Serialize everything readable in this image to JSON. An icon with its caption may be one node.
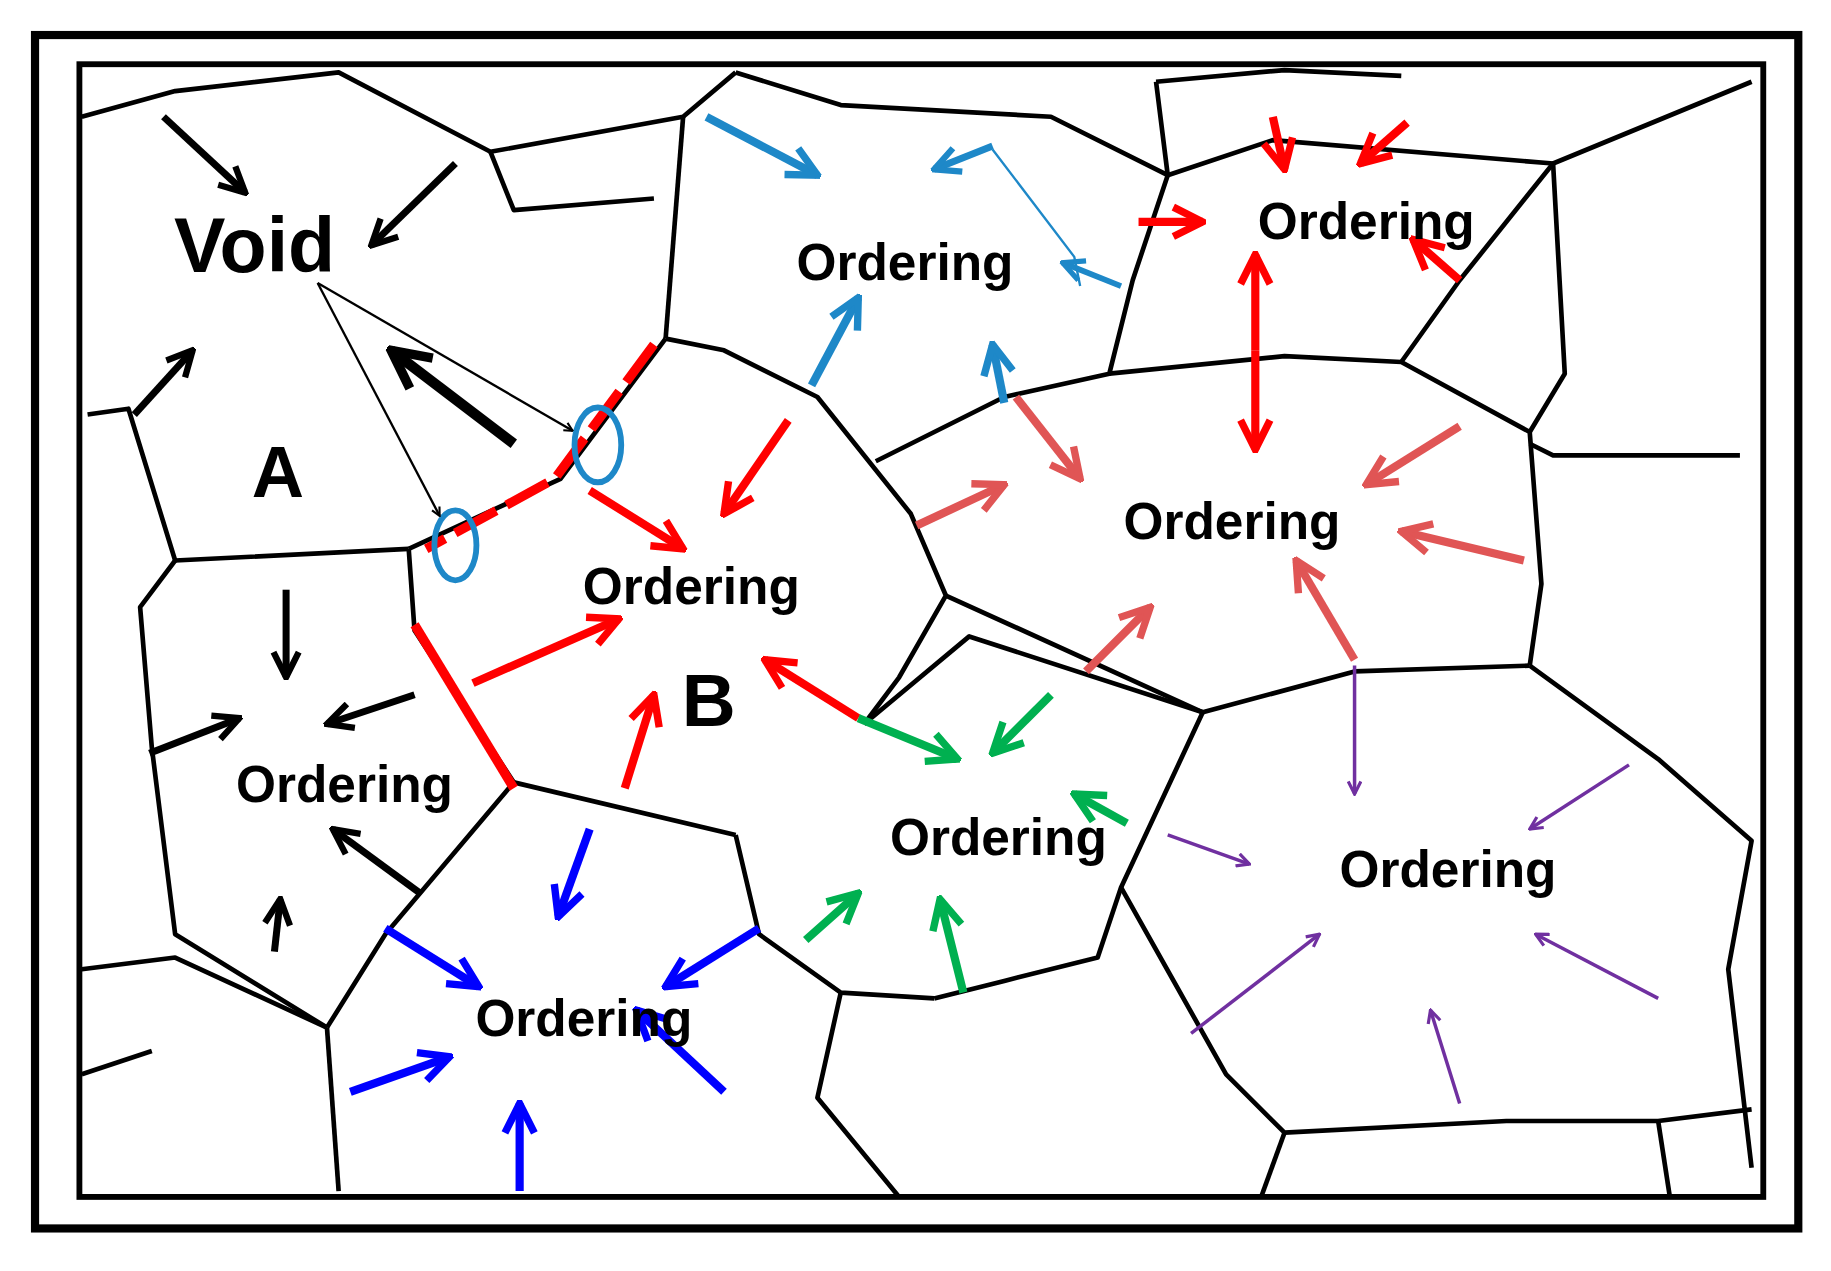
{
  "diagram": {
    "nodes": [
      {
        "text": [
          "Void"
        ]
      },
      {
        "text": [],
        "shape": "circle"
      },
      {
        "text": [],
        "shape": "circle"
      }
    ],
    "edges": [
      {
        "from": 0,
        "to": 1,
        "arrow": "to"
      },
      {
        "from": 0,
        "to": 2,
        "arrow": "to"
      }
    ],
    "labels": [
      "Ordering",
      "Ordering",
      "A",
      "Ordering",
      "Ordering",
      "B",
      "Ordering",
      "Ordering",
      "Ordering",
      "Ordering"
    ]
  }
}
